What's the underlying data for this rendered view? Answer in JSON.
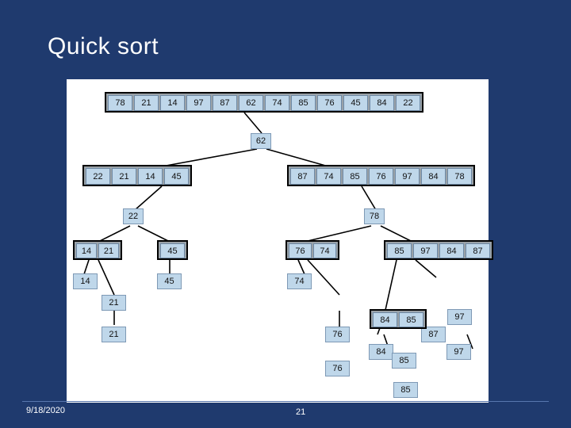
{
  "slide": {
    "title": "Quick sort",
    "footer_date": "9/18/2020",
    "footer_page": "21"
  },
  "colors": {
    "background": "#1F3A6E",
    "canvas": "#FFFFFF",
    "cell_fill": "#BFD7EA",
    "group_fill": "#9AA2A8",
    "border": "#000000",
    "title_text": "#FFFFFF"
  },
  "diagram": {
    "type": "quicksort-recursion-tree",
    "levels": [
      {
        "name": "level-0",
        "groups": [
          {
            "id": "root",
            "values": [
              "78",
              "21",
              "14",
              "97",
              "87",
              "62",
              "74",
              "85",
              "76",
              "45",
              "84",
              "22"
            ]
          }
        ]
      },
      {
        "name": "level-1-pivot",
        "groups": [
          {
            "id": "pivot-62",
            "values": [
              "62"
            ]
          }
        ]
      },
      {
        "name": "level-1",
        "groups": [
          {
            "id": "left-1",
            "values": [
              "22",
              "21",
              "14",
              "45"
            ]
          },
          {
            "id": "right-1",
            "values": [
              "87",
              "74",
              "85",
              "76",
              "97",
              "84",
              "78"
            ]
          }
        ]
      },
      {
        "name": "level-2-pivots",
        "groups": [
          {
            "id": "pivot-22",
            "values": [
              "22"
            ]
          },
          {
            "id": "pivot-78",
            "values": [
              "78"
            ]
          }
        ]
      },
      {
        "name": "level-2",
        "groups": [
          {
            "id": "ll-2",
            "values": [
              "14",
              "21"
            ]
          },
          {
            "id": "lr-2",
            "values": [
              "45"
            ]
          },
          {
            "id": "rl-2",
            "values": [
              "76",
              "74"
            ]
          },
          {
            "id": "rr-2",
            "values": [
              "85",
              "97",
              "84",
              "87"
            ]
          }
        ]
      },
      {
        "name": "level-3",
        "groups": [
          {
            "id": "l3-14",
            "values": [
              "14"
            ]
          },
          {
            "id": "l3-45",
            "values": [
              "45"
            ]
          },
          {
            "id": "r3-74",
            "values": [
              "74"
            ]
          },
          {
            "id": "r3-87",
            "values": [
              "87"
            ]
          }
        ]
      },
      {
        "name": "level-4",
        "groups": [
          {
            "id": "l4-21",
            "values": [
              "21"
            ]
          },
          {
            "id": "r4-76",
            "values": [
              "76"
            ]
          }
        ]
      },
      {
        "name": "level-5",
        "groups": [
          {
            "id": "l5-21",
            "values": [
              "21"
            ]
          },
          {
            "id": "r5-76",
            "values": [
              "76"
            ]
          },
          {
            "id": "r5-84-85",
            "values": [
              "84",
              "85"
            ]
          },
          {
            "id": "r5-97",
            "values": [
              "97"
            ]
          }
        ]
      },
      {
        "name": "level-6",
        "groups": [
          {
            "id": "r6-84",
            "values": [
              "84"
            ]
          },
          {
            "id": "r6-85",
            "values": [
              "85"
            ]
          },
          {
            "id": "r6-97",
            "values": [
              "97"
            ]
          }
        ]
      },
      {
        "name": "level-7",
        "groups": [
          {
            "id": "r7-85",
            "values": [
              "85"
            ]
          }
        ]
      }
    ]
  }
}
